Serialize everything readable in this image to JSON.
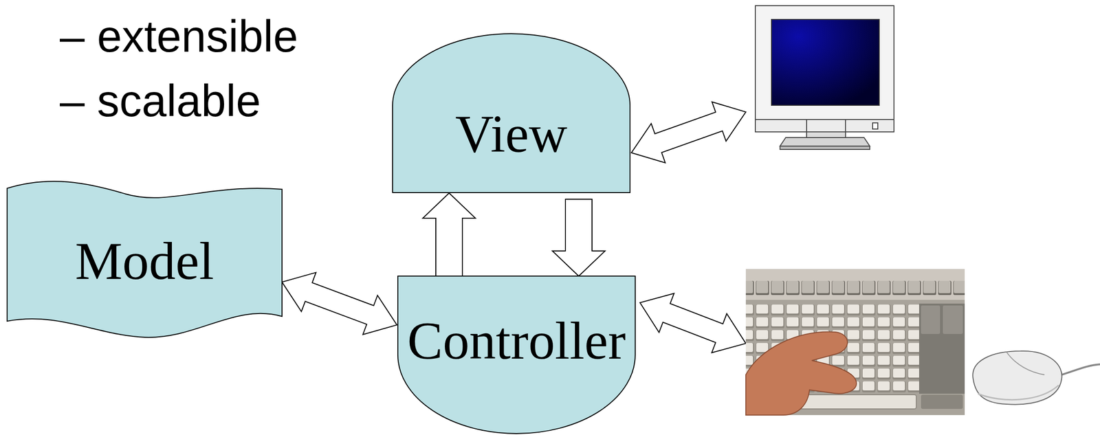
{
  "diagram": {
    "nodes": [
      {
        "text": [
          "View"
        ]
      },
      {
        "text": [
          "Model"
        ]
      },
      {
        "text": [
          "Controller"
        ]
      }
    ],
    "edges": [
      {
        "from": 2,
        "to": 0,
        "arrow": "to"
      },
      {
        "from": 0,
        "to": 2,
        "arrow": "to"
      },
      {
        "from": 1,
        "to": 2,
        "arrow": "both"
      }
    ],
    "labels": [
      "– extensible",
      "– scalable"
    ]
  }
}
